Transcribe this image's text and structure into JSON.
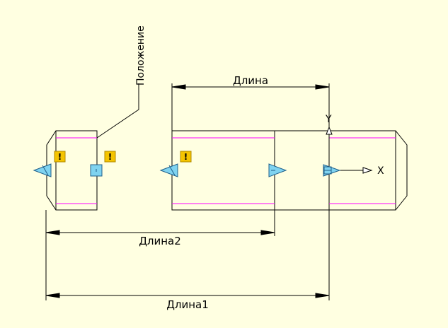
{
  "labels": {
    "position": "Положение",
    "length": "Длина",
    "length1": "Длина1",
    "length2": "Длина2",
    "axis_x": "X",
    "axis_y": "Y"
  },
  "warning_glyph": "!",
  "colors": {
    "background": "#ffffe1",
    "line": "#000000",
    "centerline": "#ff00ff",
    "grip_fill": "#7fd3f0",
    "grip_stroke": "#1f5f8a",
    "warning_fill": "#f5c400"
  }
}
